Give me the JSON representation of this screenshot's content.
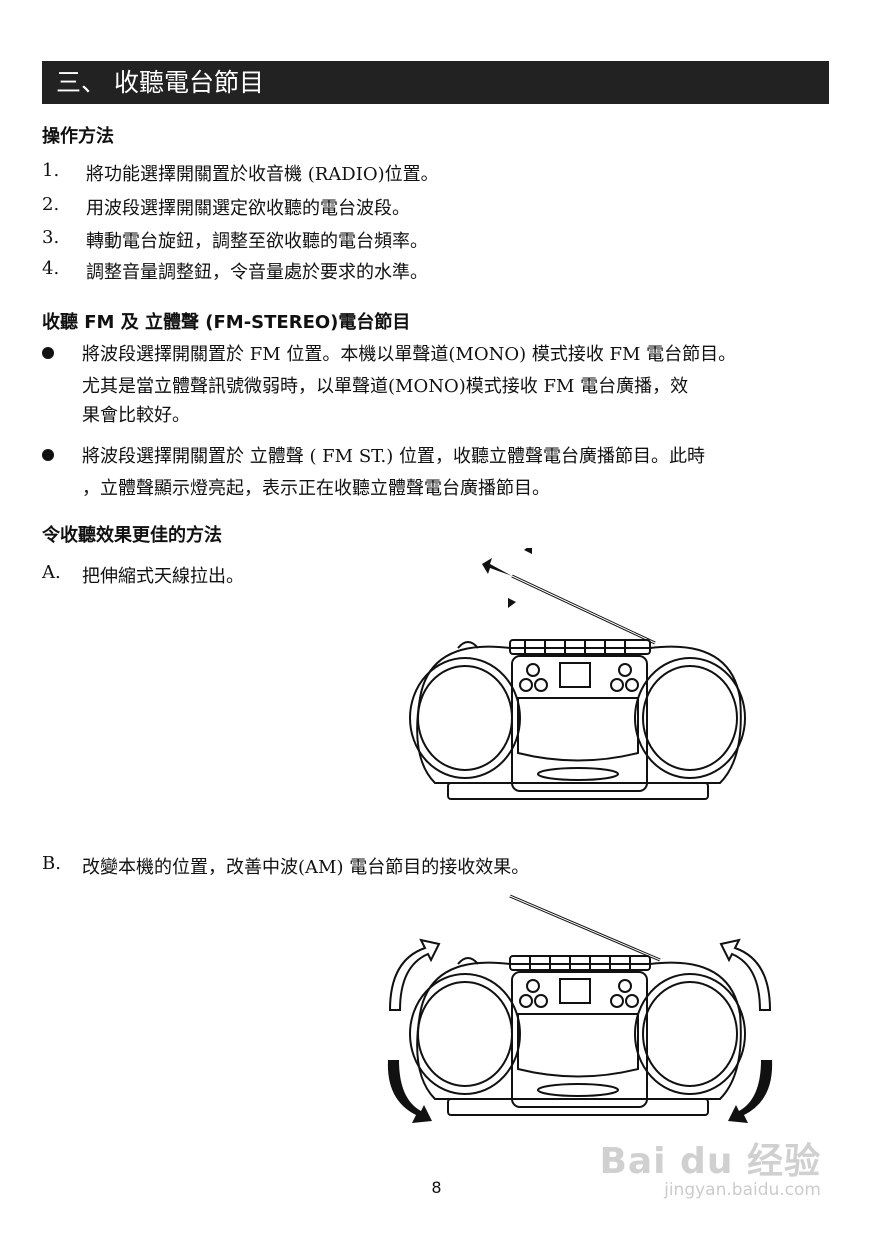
{
  "title": "三、 收聽電台節目",
  "section1": {
    "heading": "操作方法",
    "steps": [
      {
        "num": "1.",
        "text": "將功能選擇開關置於收音機 (RADIO)位置。"
      },
      {
        "num": "2.",
        "text": "用波段選擇開關選定欲收聽的電台波段。"
      },
      {
        "num": "3.",
        "text": "轉動電台旋鈕，調整至欲收聽的電台頻率。"
      },
      {
        "num": "4.",
        "text": "調整音量調整鈕，令音量處於要求的水準。"
      }
    ]
  },
  "section2": {
    "heading": "收聽 FM 及 立體聲 (FM-STEREO)電台節目",
    "bullets": [
      {
        "lines": [
          "將波段選擇開關置於 FM 位置。本機以單聲道(MONO) 模式接收 FM 電台節目。",
          "尤其是當立體聲訊號微弱時，以單聲道(MONO)模式接收 FM 電台廣播，效",
          "果會比較好。"
        ]
      },
      {
        "lines": [
          "將波段選擇開關置於 立體聲 ( FM ST.) 位置，收聽立體聲電台廣播節目。此時",
          "，立體聲顯示燈亮起，表示正在收聽立體聲電台廣播節目。"
        ]
      }
    ]
  },
  "section3": {
    "heading": "令收聽效果更佳的方法",
    "items": [
      {
        "letter": "A.",
        "text": "把伸縮式天線拉出。"
      },
      {
        "letter": "B.",
        "text": "改變本機的位置，改善中波(AM) 電台節目的接收效果。"
      }
    ]
  },
  "page_number": "8",
  "watermark": {
    "brand": "Bai du 经验",
    "url": "jingyan.baidu.com"
  }
}
